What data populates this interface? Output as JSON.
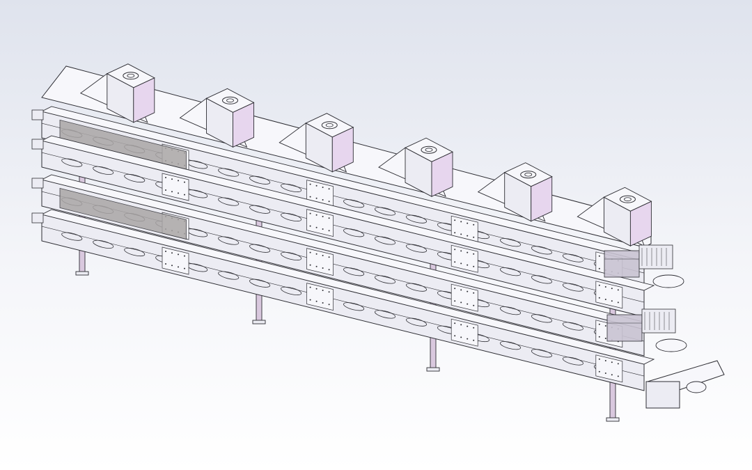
{
  "scene": {
    "background_top": "#dfe3ed",
    "background_bottom": "#ffffff",
    "line": "#2d2d33",
    "metal_face": "#ececf3",
    "metal_top": "#f7f7fb",
    "frame_accent": "#d9c8de",
    "panel_tint": "#c9c3d2",
    "lavender": "#e7d6ee",
    "dark_plate": "#aaa6a6"
  },
  "model": {
    "tiers": 4,
    "upright_legs": 4,
    "hoppers": 6,
    "transfer_boxes": 2
  }
}
